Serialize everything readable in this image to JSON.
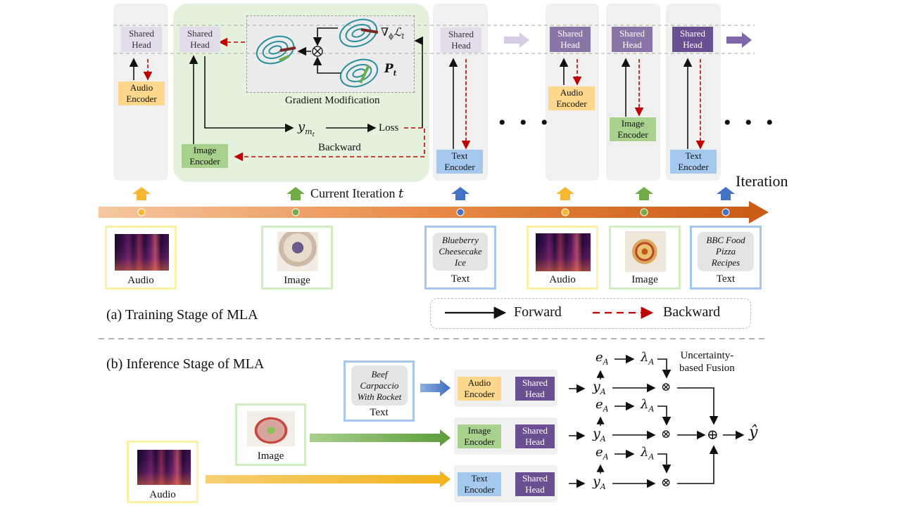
{
  "colors": {
    "yellow": "#f7b733",
    "green": "#70ad47",
    "blue": "#4472c4",
    "forward": "#111111",
    "backward": "#c00000",
    "timeline": "#e07b39"
  },
  "labels": {
    "shared_head": "Shared\nHead",
    "audio_encoder": "Audio\nEncoder",
    "image_encoder": "Image\nEncoder",
    "text_encoder": "Text\nEncoder",
    "gradient_modification": "Gradient Modification",
    "backward": "Backward",
    "loss": "Loss",
    "y_mt": "y",
    "y_mt_sub": "m",
    "y_mt_subsub": "t",
    "grad_loss": "∇",
    "grad_loss_phi": "ϕ",
    "grad_loss_L": "ℒ",
    "grad_loss_t": "t",
    "P_t": "P",
    "P_t_sub": "t",
    "current_iteration": "Current Iteration",
    "current_iteration_t": "t",
    "iteration": "Iteration",
    "ellipsis": "• • •"
  },
  "modalities": [
    {
      "caption": "Audio",
      "kind": "audio"
    },
    {
      "caption": "Image",
      "kind": "image"
    },
    {
      "caption": "Text",
      "kind": "text",
      "text": "Blueberry\nCheesecake\nIce"
    },
    {
      "caption": "Audio",
      "kind": "audio"
    },
    {
      "caption": "Image",
      "kind": "image"
    },
    {
      "caption": "Text",
      "kind": "text",
      "text": "BBC Food\nPizza\nRecipes"
    }
  ],
  "legend": {
    "forward": "Forward",
    "backward": "Backward"
  },
  "section_a": "(a) Training Stage of MLA",
  "section_b": "(b) Inference Stage of MLA",
  "inference": {
    "text_card": {
      "text": "Beef\nCarpaccio\nWith Rocket",
      "caption": "Text"
    },
    "image_caption": "Image",
    "audio_caption": "Audio",
    "e_label": "e",
    "lambda_label": "λ",
    "y_label": "y",
    "sub": "A",
    "otimes": "⊗",
    "oplus": "⊕",
    "yhat": "ŷ",
    "fusion_label": "Uncertainty-\nbased Fusion"
  }
}
